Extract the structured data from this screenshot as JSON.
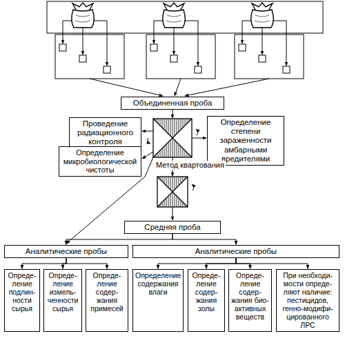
{
  "diagram": {
    "nodes": [
      {
        "text": [
          "Объединенная проба"
        ]
      },
      {
        "text": [
          "Проведение радиационного контроля"
        ]
      },
      {
        "text": [
          "Определение степени зараженности амбарными вредителями"
        ]
      },
      {
        "text": [
          "Определение микробиологической чистоты"
        ]
      },
      {
        "text": [
          "Средняя проба"
        ]
      },
      {
        "text": [
          "Аналитические пробы"
        ]
      },
      {
        "text": [
          "Аналитические пробы"
        ]
      },
      {
        "text": [
          "Опреде- ление подлин- ности сырья"
        ]
      },
      {
        "text": [
          "Опреде- ление измель- ченности сырья"
        ]
      },
      {
        "text": [
          "Опреде- ление содер- жания примесей"
        ]
      },
      {
        "text": [
          "Определение содержания влаги"
        ]
      },
      {
        "text": [
          "Опреде- ление содер- жания золы"
        ]
      },
      {
        "text": [
          "Опреде- ление содер- жания био- активных веществ"
        ]
      },
      {
        "text": [
          "При необходи- мости опреде- ляют наличие: пестицидов, генно-модифи- цированного ЛРС"
        ]
      }
    ],
    "edges": [
      {
        "from": 4,
        "to": 5,
        "arrow": "to"
      },
      {
        "from": 4,
        "to": 6,
        "arrow": "to"
      },
      {
        "from": 5,
        "to": 7,
        "arrow": "to"
      },
      {
        "from": 5,
        "to": 8,
        "arrow": "to"
      },
      {
        "from": 5,
        "to": 9,
        "arrow": "to"
      },
      {
        "from": 6,
        "to": 10,
        "arrow": "to"
      },
      {
        "from": 6,
        "to": 11,
        "arrow": "to"
      },
      {
        "from": 6,
        "to": 12,
        "arrow": "to"
      },
      {
        "from": 6,
        "to": 13,
        "arrow": "to"
      }
    ],
    "labels": [
      "Метод квартования"
    ]
  }
}
